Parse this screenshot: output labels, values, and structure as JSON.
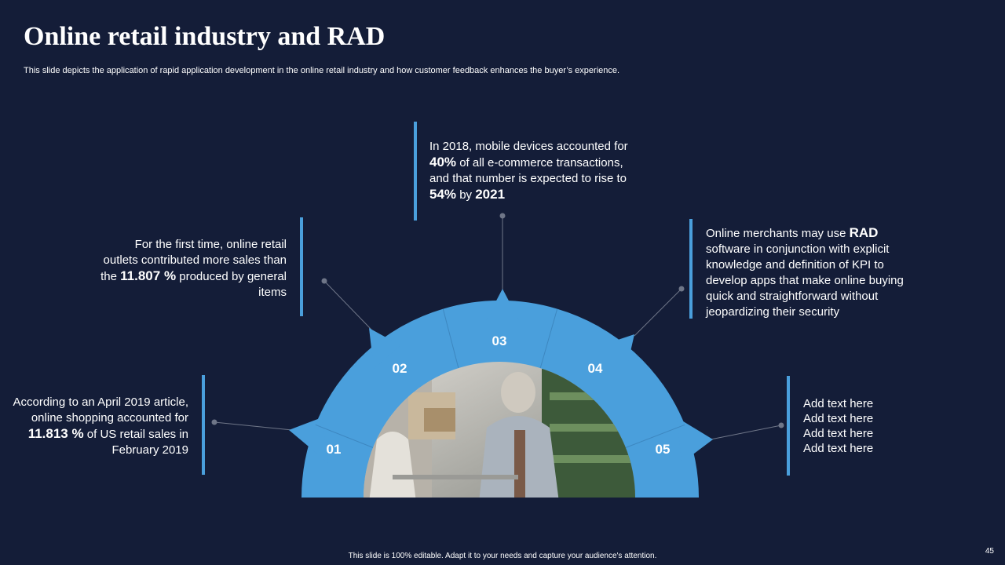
{
  "header": {
    "title": "Online retail industry and RAD",
    "subtitle": "This slide depicts the application of rapid application development in the online retail industry and how customer feedback enhances the buyer’s experience."
  },
  "items": [
    {
      "number": "01",
      "pre": "According to an April 2019 article, online shopping accounted for ",
      "highlight": "11.813 %",
      "post": " of US retail sales in February 2019"
    },
    {
      "number": "02",
      "pre": "For the first time, online retail outlets contributed more sales than the ",
      "highlight": "11.807 %",
      "post": " produced by general items"
    },
    {
      "number": "03",
      "pre1": "In 2018, mobile devices accounted for ",
      "highlight1": "40%",
      "mid": " of all e-commerce transactions, and that number is expected to rise to ",
      "highlight2": "54%",
      "mid2": " by ",
      "highlight3": "2021"
    },
    {
      "number": "04",
      "pre": "Online merchants may use ",
      "highlight": "RAD",
      "post": " software in conjunction with explicit knowledge and definition of KPI to develop apps that make online buying quick and straightforward without jeopardizing their security"
    },
    {
      "number": "05",
      "lines": [
        "Add text here",
        "Add text here",
        "Add text here",
        "Add text here"
      ]
    }
  ],
  "footer": {
    "note": "This slide is 100% editable. Adapt it to your needs and capture your audience's attention.",
    "page": "45"
  },
  "colors": {
    "background": "#141d38",
    "accent": "#4a9fdc",
    "accent_light": "#5aaae3"
  }
}
